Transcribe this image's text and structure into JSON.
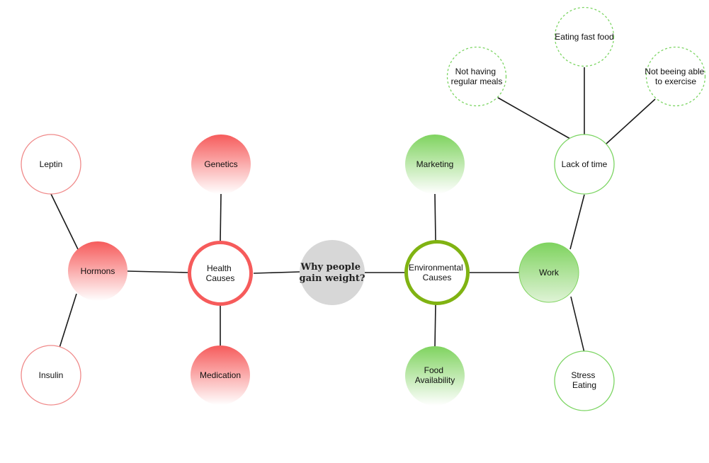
{
  "colors": {
    "red": "#f65b5b",
    "red_light": "#fbb0b0",
    "green": "#7fd35f",
    "green_light": "#a6dd8e",
    "green_dark": "#80b312",
    "dashed_green": "#7cd563",
    "center_fill": "#d7d7d7",
    "edge": "#1a1a1a"
  },
  "nodes": {
    "center": {
      "lines": [
        "Why people",
        "gain weight?"
      ]
    },
    "health_causes": {
      "lines": [
        "Health",
        "Causes"
      ]
    },
    "environmental_causes": {
      "lines": [
        "Environmental",
        "Causes"
      ]
    },
    "genetics": {
      "lines": [
        "Genetics"
      ]
    },
    "medication": {
      "lines": [
        "Medication"
      ]
    },
    "hormons": {
      "lines": [
        "Hormons"
      ]
    },
    "leptin": {
      "lines": [
        "Leptin"
      ]
    },
    "insulin": {
      "lines": [
        "Insulin"
      ]
    },
    "marketing": {
      "lines": [
        "Marketing"
      ]
    },
    "food_availability": {
      "lines": [
        "Food",
        "Availability"
      ]
    },
    "work": {
      "lines": [
        "Work"
      ]
    },
    "lack_of_time": {
      "lines": [
        "Lack of time"
      ]
    },
    "stress_eating": {
      "lines": [
        "Stress",
        "Eating"
      ]
    },
    "not_having_regular_meals": {
      "lines": [
        "Not having",
        "regular meals"
      ]
    },
    "eating_fast_food": {
      "lines": [
        "Eating fast food"
      ]
    },
    "not_beeing_able_to_exercise": {
      "lines": [
        "Not beeing able",
        "to exercise"
      ]
    }
  }
}
